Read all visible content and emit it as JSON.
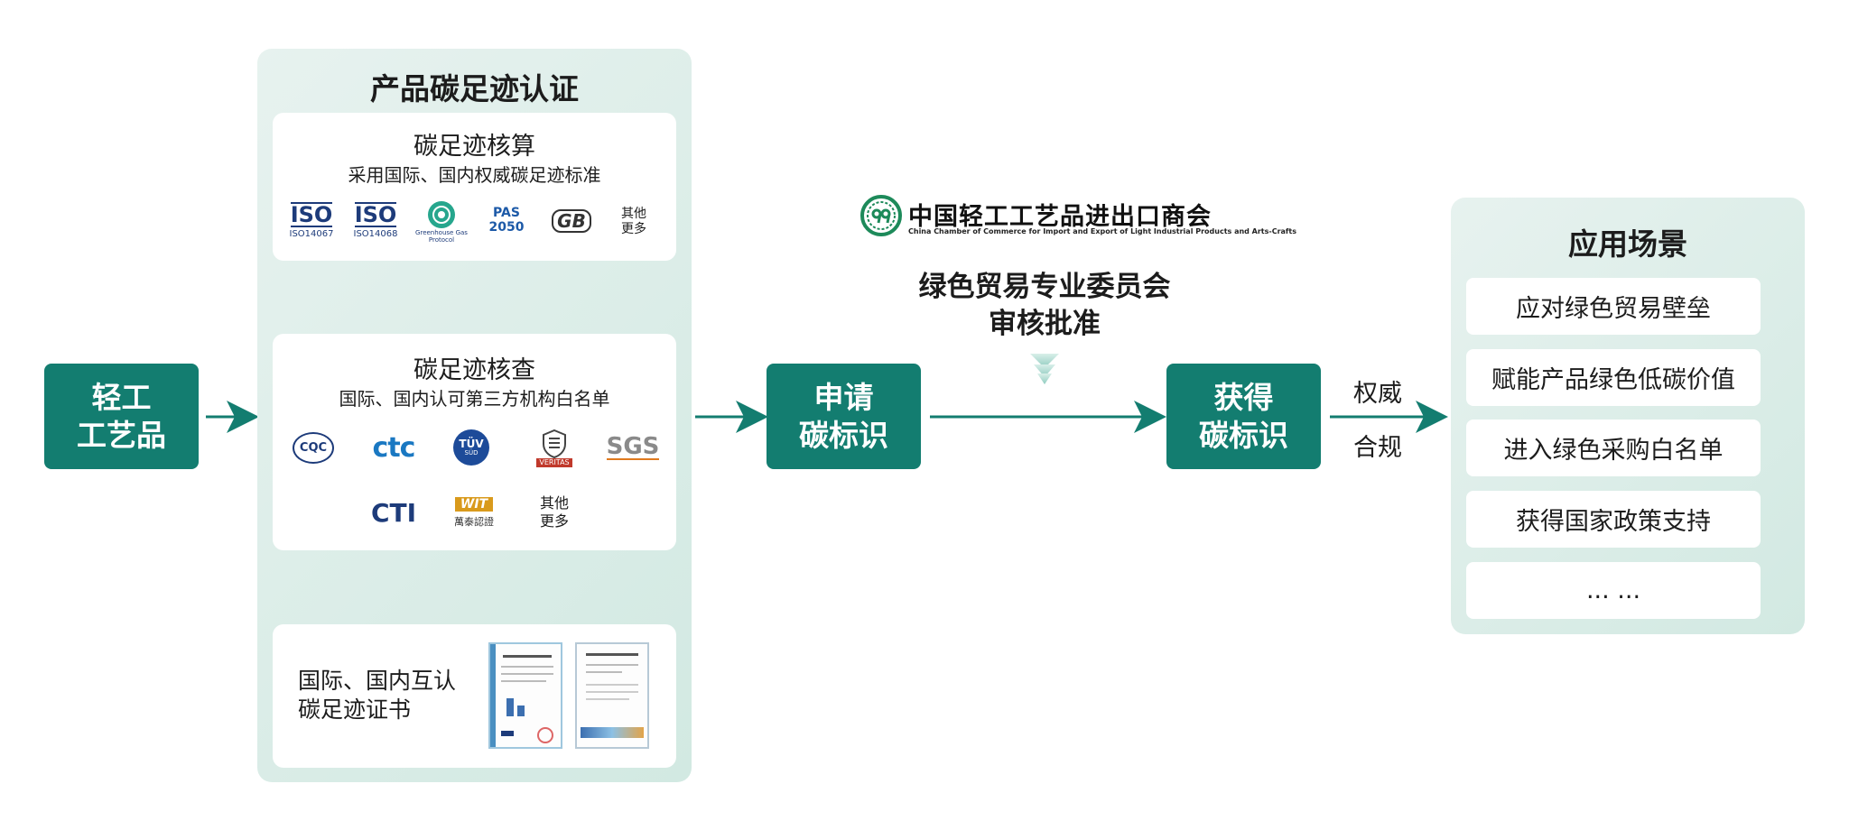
{
  "start_box": {
    "line1": "轻工",
    "line2": "工艺品"
  },
  "cert_panel": {
    "title": "产品碳足迹认证",
    "accounting": {
      "title": "碳足迹核算",
      "subtitle": "采用国际、国内权威碳足迹标准",
      "logos": [
        {
          "mark": "ISO",
          "caption": "ISO14067"
        },
        {
          "mark": "ISO",
          "caption": "ISO14068"
        },
        {
          "mark": "Greenhouse Gas Protocol",
          "caption": "Greenhouse Gas Protocol"
        },
        {
          "mark": "PAS 2050",
          "line1": "PAS",
          "line2": "2050"
        },
        {
          "mark": "GB"
        },
        {
          "line1": "其他",
          "line2": "更多"
        }
      ]
    },
    "verification": {
      "title": "碳足迹核查",
      "subtitle": "国际、国内认可第三方机构白名单",
      "logos": [
        {
          "mark": "CQC"
        },
        {
          "mark": "ctc"
        },
        {
          "mark": "TÜV",
          "caption": "SÜD"
        },
        {
          "mark": "Bureau Veritas",
          "caption": "VERITAS"
        },
        {
          "mark": "SGS"
        },
        {
          "mark": "CTI"
        },
        {
          "mark": "WIT",
          "caption": "萬泰認證"
        },
        {
          "line1": "其他",
          "line2": "更多"
        }
      ]
    },
    "certificate": {
      "line1": "国际、国内互认",
      "line2": "碳足迹证书"
    }
  },
  "apply_box": {
    "line1": "申请",
    "line2": "碳标识"
  },
  "authority": {
    "org_cn": "中国轻工工艺品进出口商会",
    "org_en": "China Chamber of Commerce for Import and Export of Light Industrial Products and Arts-Crafts",
    "committee": "绿色贸易专业委员会",
    "action": "审核批准"
  },
  "obtain_box": {
    "line1": "获得",
    "line2": "碳标识"
  },
  "connector_label": {
    "line1": "权威",
    "line2": "合规"
  },
  "scenarios": {
    "title": "应用场景",
    "items": [
      "应对绿色贸易壁垒",
      "赋能产品绿色低碳价值",
      "进入绿色采购白名单",
      "获得国家政策支持",
      "... ..."
    ]
  },
  "colors": {
    "accent": "#137d70",
    "panel": "#d9ece7",
    "arrow_light": "#8ccbbf"
  }
}
